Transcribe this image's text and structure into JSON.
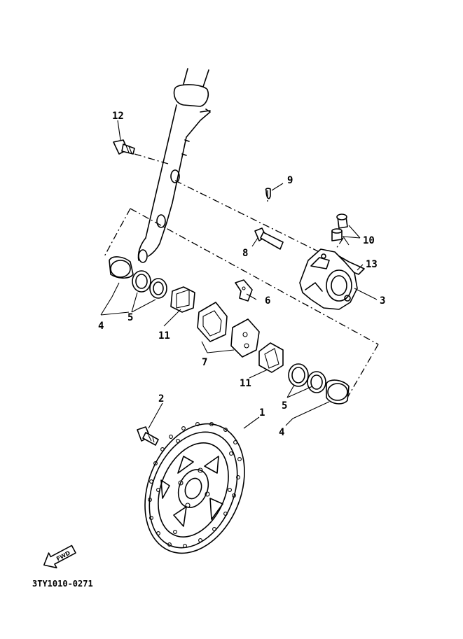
{
  "callouts": {
    "c1": "1",
    "c2": "2",
    "c3": "3",
    "c4a": "4",
    "c4b": "4",
    "c5a": "5",
    "c5b": "5",
    "c6": "6",
    "c7": "7",
    "c8": "8",
    "c9": "9",
    "c10": "10",
    "c11a": "11",
    "c11b": "11",
    "c12": "12",
    "c13": "13"
  },
  "fwd_badge": "FWD",
  "drawing_code": "3TY1010-0271"
}
